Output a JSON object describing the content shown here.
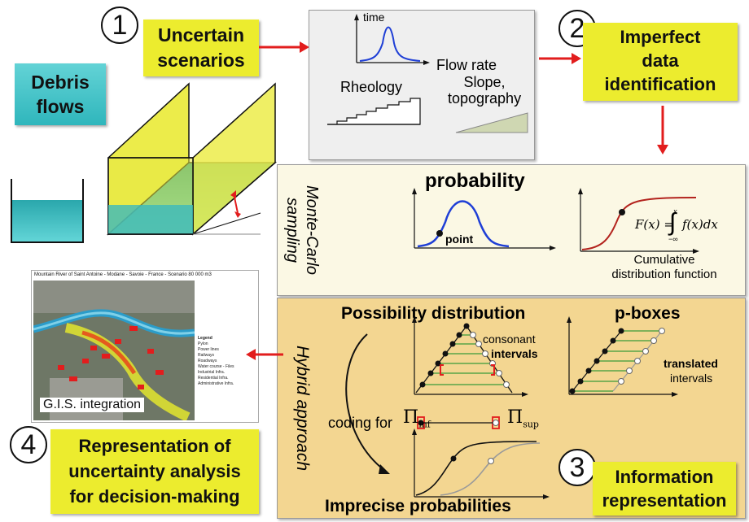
{
  "steps": {
    "one": "1",
    "two": "2",
    "three": "3",
    "four": "4"
  },
  "labels": {
    "debris_flows": [
      "Debris",
      "flows"
    ],
    "uncertain_scenarios": [
      "Uncertain",
      "scenarios"
    ],
    "imperfect": [
      "Imperfect",
      "data",
      "identification"
    ],
    "representation": [
      "Representation of",
      "uncertainty analysis",
      "for decision-making"
    ],
    "information": [
      "Information",
      "representation"
    ]
  },
  "scenario_panel": {
    "time": "time",
    "flow_rate": "Flow rate",
    "rheology": "Rheology",
    "slope": [
      "Slope,",
      "topography"
    ]
  },
  "monte_carlo": {
    "side_label": [
      "Monte-Carlo",
      "sampling"
    ],
    "probability": "probability",
    "point": "point",
    "formula_lhs": "F(x) =",
    "formula_rhs": "f(x)dx",
    "cdf_caption": [
      "Cumulative",
      "distribution function"
    ]
  },
  "hybrid": {
    "side_label": "Hybrid approach",
    "possibility_title": "Possibility distribution",
    "pboxes_title": "p-boxes",
    "consonant": "consonant",
    "intervals": "intervals",
    "translated": "translated",
    "translated_intervals": "intervals",
    "coding_for": "coding for",
    "pi_inf": "Π",
    "pi_inf_sub": "inf",
    "pi_sup": "Π",
    "pi_sup_sub": "sup",
    "imprecise": "Imprecise probabilities"
  },
  "gis": {
    "map_title": "Mountain River of Saint Antoine - Modane - Savoie - France - Scenario 80 000 m3",
    "caption": "G.I.S. integration",
    "legend_title": "Legend",
    "legend_items": [
      "Pylon",
      "Power lines",
      "Railways",
      "Roadways",
      "Water course - Files",
      "Industrial Infra.",
      "Residential Infra.",
      "Administrative Infra."
    ]
  },
  "colors": {
    "yellow": "#ecec2e",
    "teal": "#48c8cc",
    "red": "#e21d1d",
    "blue": "#1f3fd6",
    "monte_bg": "#fbf8e4",
    "hybrid_bg": "#f3d691"
  }
}
